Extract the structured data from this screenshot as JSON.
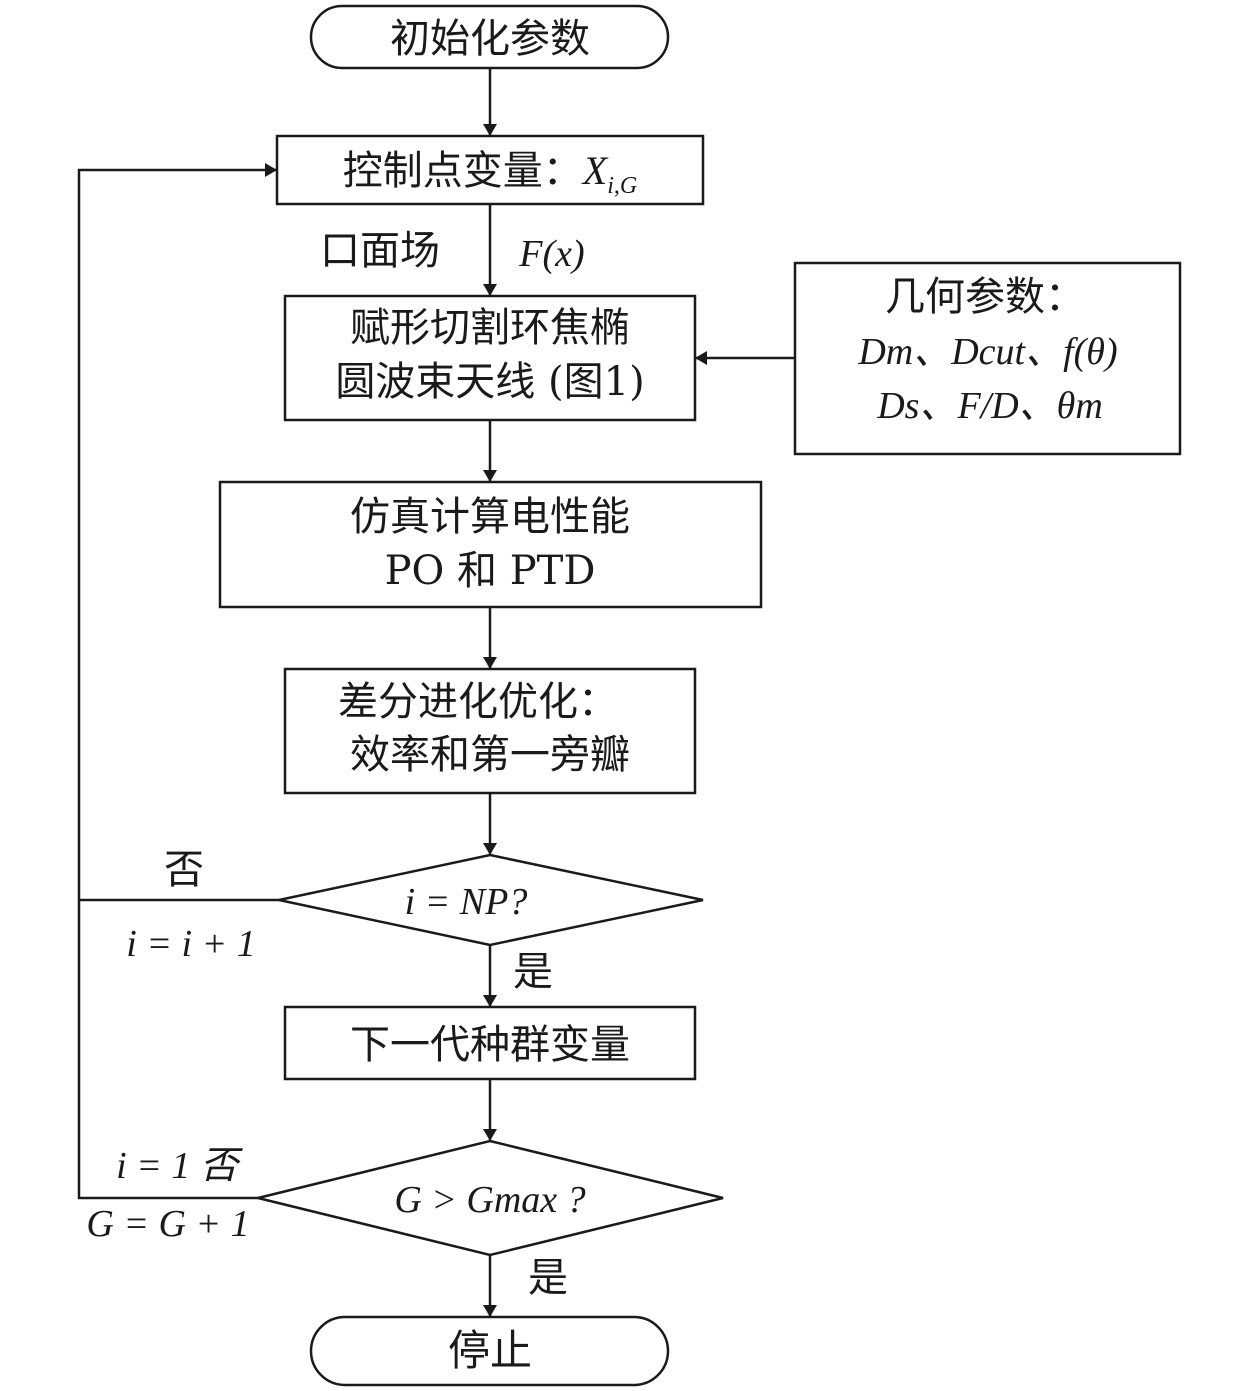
{
  "nodes": {
    "start": "初始化参数",
    "control_prefix": "控制点变量：",
    "control_var": "X",
    "control_sub": "i,G",
    "antenna_line1": "赋形切割环焦椭",
    "antenna_line2": "圆波束天线 (图1)",
    "geometry_title": "几何参数：",
    "geometry_line1": "Dm、Dcut、f(θ)",
    "geometry_line2": "Ds、F/D、θm",
    "sim_line1": "仿真计算电性能",
    "sim_line2": "PO 和 PTD",
    "de_line1": "差分进化优化：",
    "de_line2": "效率和第一旁瓣",
    "decision1": "i = NP?",
    "next_gen": "下一代种群变量",
    "decision2": "G > Gmax ?",
    "stop": "停止"
  },
  "edge_labels": {
    "aperture_field": "口面场",
    "fx": "F(x)",
    "no1": "否",
    "inc_i": "i = i + 1",
    "yes1": "是",
    "reset_no": "i = 1 否",
    "inc_g": "G = G + 1",
    "yes2": "是"
  },
  "colors": {
    "stroke": "#1a1a1a",
    "background": "#ffffff"
  }
}
